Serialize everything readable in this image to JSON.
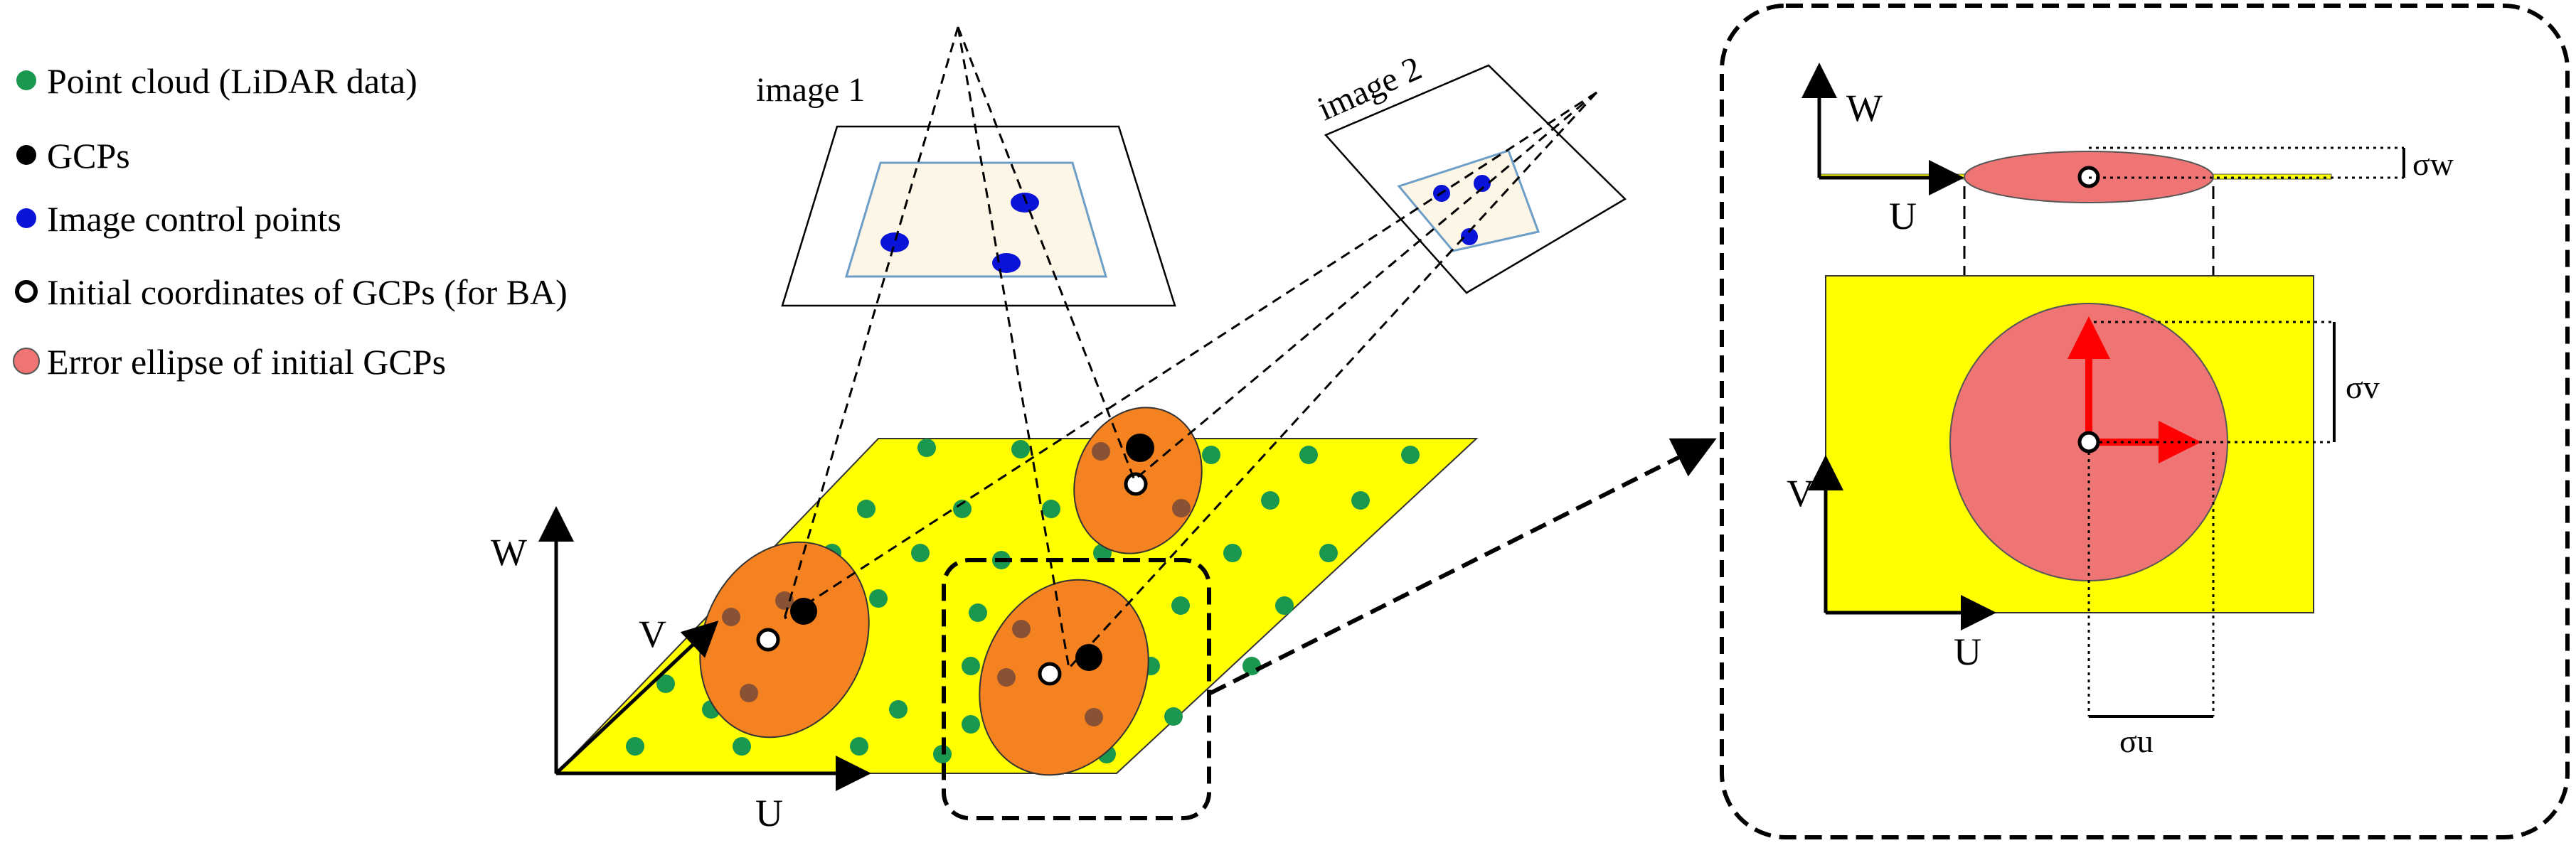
{
  "legend": {
    "items": [
      {
        "label": "Point cloud (LiDAR data)",
        "marker": "green-dot",
        "color": "#1a9850"
      },
      {
        "label": "GCPs",
        "marker": "black-dot",
        "color": "#000000"
      },
      {
        "label": "Image control points",
        "marker": "blue-dot",
        "color": "#0a14d8"
      },
      {
        "label": "Initial coordinates of GCPs (for BA)",
        "marker": "white-ring-dot",
        "color": "#ffffff"
      },
      {
        "label": "Error ellipse of initial GCPs",
        "marker": "salmon-dot",
        "color": "#ef7575"
      }
    ]
  },
  "images": {
    "image1_label": "image 1",
    "image2_label": "image 2"
  },
  "main_axes": {
    "w": "W",
    "v": "V",
    "u": "U"
  },
  "detail_axes": {
    "top_w": "W",
    "top_u": "U",
    "plan_v": "V",
    "plan_u": "U"
  },
  "sigmas": {
    "sigma_w": "σw",
    "sigma_v": "σv",
    "sigma_u": "σu"
  },
  "colors": {
    "ground": "#ffff00",
    "point_cloud": "#1a9850",
    "ellipse": "#f58220",
    "ellipse_points": "#8a5234",
    "error_ellipse": "#ef7575",
    "image_plane": "#fdf5e6",
    "image_plane_border": "#6d9ec7",
    "image_point": "#0a14d8",
    "arrow": "#ff0000"
  }
}
